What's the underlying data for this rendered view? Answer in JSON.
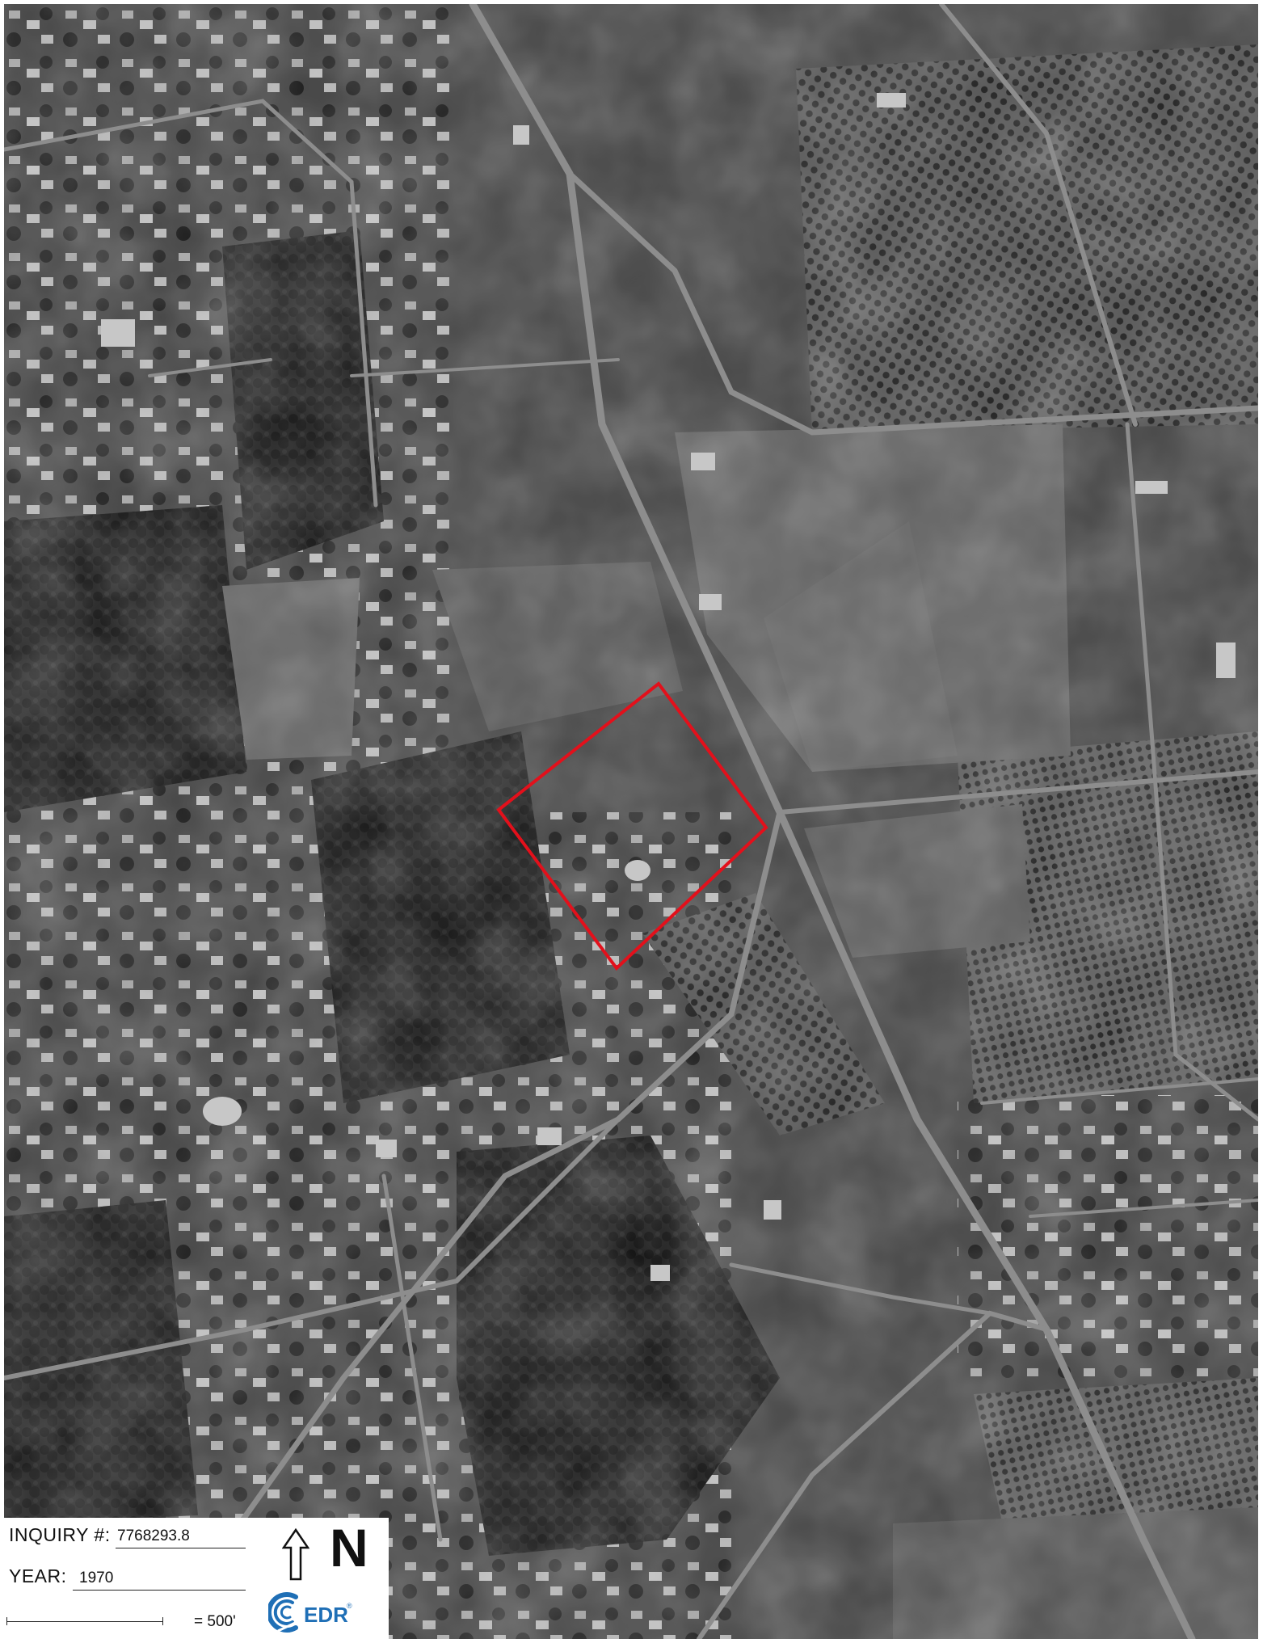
{
  "legend": {
    "inquiry_label": "INQUIRY #:",
    "inquiry_value": "7768293.8",
    "year_label": "YEAR:",
    "year_value": "1970",
    "scale_text": "= 500'",
    "north_label": "N",
    "logo_text": "EDR"
  },
  "colors": {
    "site_boundary": "#e3101b",
    "photo_base": "#3c3c3c"
  },
  "icons": [
    "north-arrow-icon",
    "edr-logo-icon"
  ]
}
